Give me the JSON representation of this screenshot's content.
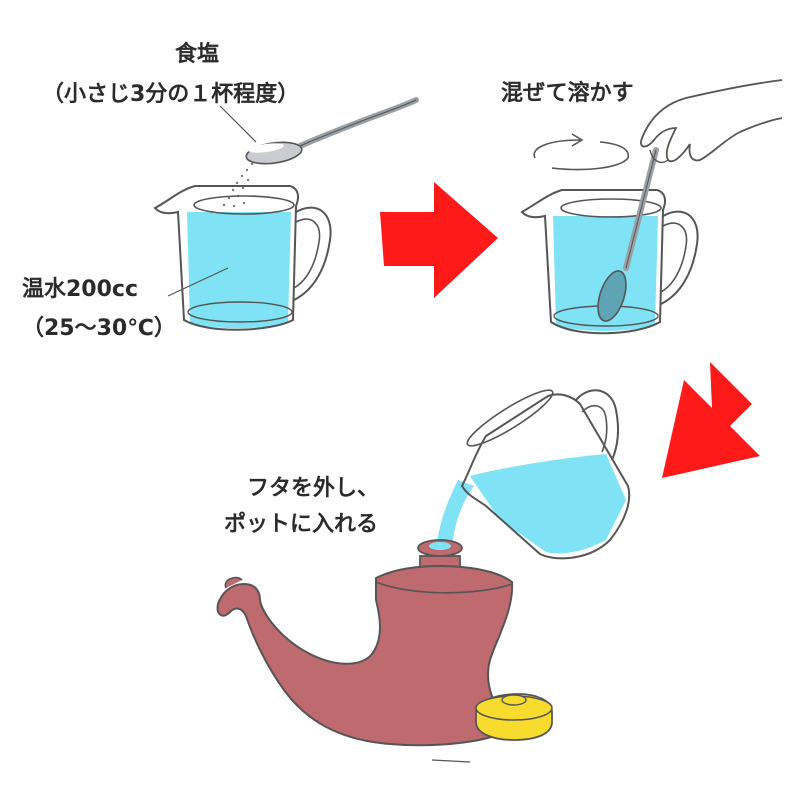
{
  "steps": {
    "salt": {
      "line1": "食塩",
      "line2": "（小さじ3分の１杯程度）"
    },
    "water": {
      "line1": "温水200cc",
      "line2": "（25〜30℃）"
    },
    "mix": {
      "label": "混ぜて溶かす"
    },
    "pot": {
      "line1": "フタを外し、",
      "line2": "ポットに入れる"
    }
  },
  "colors": {
    "water": "#7fe3f5",
    "arrow": "#ff1a1a",
    "pot": "#bf6a6e",
    "lid": "#f7dc2e",
    "outline": "#555555",
    "spoon": "#9aa0a6"
  },
  "icons": [
    "salt-spoon-icon",
    "measuring-cup-icon",
    "stirring-spoon-icon",
    "hand-icon",
    "rotation-arrow-icon",
    "right-arrow-icon",
    "down-left-arrow-icon",
    "neti-pot-icon",
    "pot-lid-icon"
  ]
}
